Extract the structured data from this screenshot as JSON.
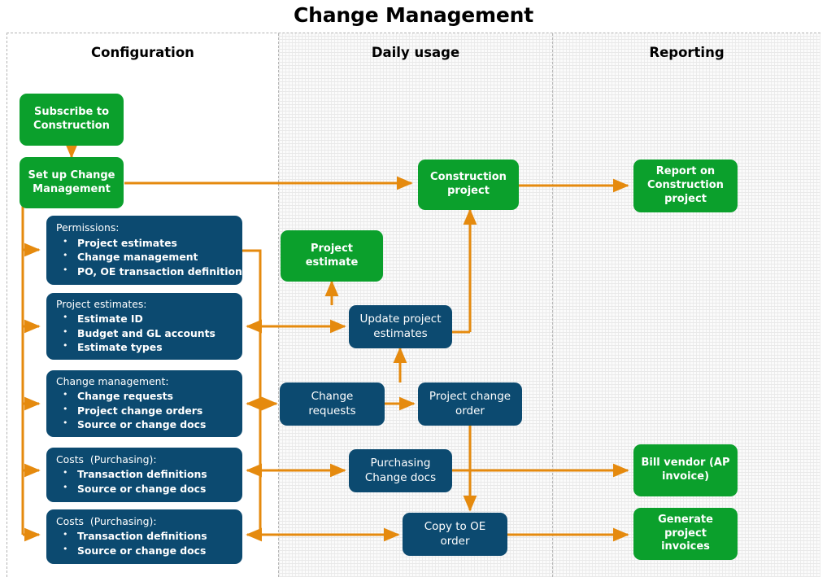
{
  "title": "Change Management",
  "colors": {
    "green": "#0ba02c",
    "blue": "#0c4a70",
    "arrow": "#e58a0e",
    "lane_border": "#b4b4b4",
    "text_light": "#ffffff"
  },
  "lanes": [
    {
      "key": "configuration",
      "label": "Configuration"
    },
    {
      "key": "daily_usage",
      "label": "Daily usage"
    },
    {
      "key": "reporting",
      "label": "Reporting"
    }
  ],
  "nodes": {
    "subscribe_to_construction": {
      "label": "Subscribe to\nConstruction",
      "lane": "configuration",
      "type": "green"
    },
    "set_up_change_management": {
      "label": "Set up Change\nManagement",
      "lane": "configuration",
      "type": "green"
    },
    "permissions": {
      "lane": "configuration",
      "type": "blue-list",
      "header": "Permissions:",
      "items": [
        "Project estimates",
        "Change management",
        "PO, OE transaction definitions"
      ]
    },
    "project_estimates": {
      "lane": "configuration",
      "type": "blue-list",
      "header": "Project estimates:",
      "items": [
        "Estimate ID",
        "Budget and GL accounts",
        "Estimate types"
      ]
    },
    "change_management_cfg": {
      "lane": "configuration",
      "type": "blue-list",
      "header": "Change management:",
      "items": [
        "Change requests",
        "Project change orders",
        "Source or change docs"
      ]
    },
    "costs_purchasing_1": {
      "lane": "configuration",
      "type": "blue-list",
      "header": "Costs  (Purchasing):",
      "items": [
        "Transaction definitions",
        "Source or change docs"
      ]
    },
    "costs_purchasing_2": {
      "lane": "configuration",
      "type": "blue-list",
      "header": "Costs  (Purchasing):",
      "items": [
        "Transaction definitions",
        "Source or change docs"
      ]
    },
    "construction_project": {
      "label": "Construction\nproject",
      "lane": "daily_usage",
      "type": "green"
    },
    "project_estimate": {
      "label": "Project\nestimate",
      "lane": "daily_usage",
      "type": "green"
    },
    "update_project_estimates": {
      "label": "Update project\nestimates",
      "lane": "daily_usage",
      "type": "blue-plain"
    },
    "change_requests": {
      "label": "Change requests",
      "lane": "daily_usage",
      "type": "blue-plain"
    },
    "project_change_order": {
      "label": "Project change\norder",
      "lane": "daily_usage",
      "type": "blue-plain"
    },
    "purchasing_change_docs": {
      "label": "Purchasing\nChange docs",
      "lane": "daily_usage",
      "type": "blue-plain"
    },
    "copy_to_oe_order": {
      "label": "Copy to OE order",
      "lane": "daily_usage",
      "type": "blue-plain"
    },
    "report_on_construction_project": {
      "label": "Report on\nConstruction\nproject",
      "lane": "reporting",
      "type": "green"
    },
    "bill_vendor_ap_invoice": {
      "label": "Bill vendor (AP\ninvoice)",
      "lane": "reporting",
      "type": "green"
    },
    "generate_project_invoices": {
      "label": "Generate\nproject invoices",
      "lane": "reporting",
      "type": "green"
    }
  }
}
